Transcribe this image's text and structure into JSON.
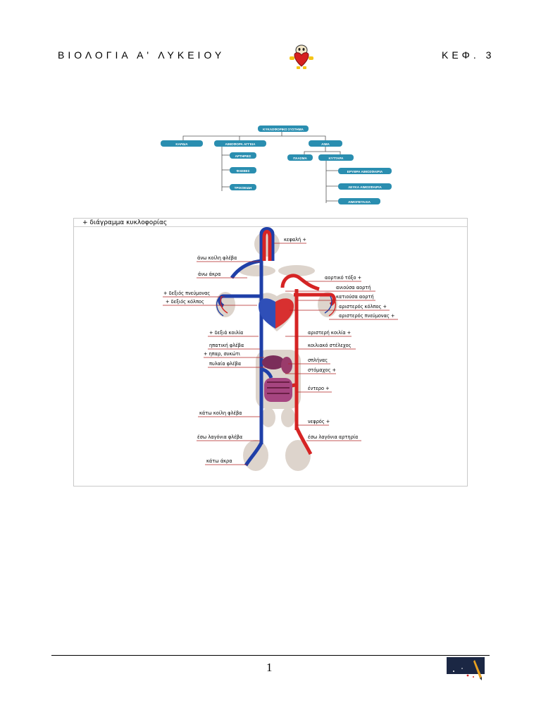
{
  "header": {
    "left": "ΒΙΟΛΟΓΙΑ Α' ΛΥΚΕΙΟΥ",
    "right": "ΚΕΦ. 3"
  },
  "colors": {
    "tree_box": "#2a8eb0",
    "vein": "#1f3fa8",
    "artery": "#d62424",
    "organ_shadow": "#ddd4cc",
    "label_line": "#b22222"
  },
  "tree": {
    "root": "ΚΥΚΛΟΦΟΡΙΚΟ ΣΥΣΤΗΜΑ",
    "heart": "ΚΑΡΔΙΑ",
    "vessels": "ΑΙΜΟΦΟΡΑ ΑΓΓΕΙΑ",
    "arteries": "ΑΡΤΗΡΙΕΣ",
    "veins": "ΦΛΕΒΕΣ",
    "capillaries": "ΤΡΙΧΟΕΙΔΗ",
    "blood": "ΑΙΜΑ",
    "plasma": "ΠΛΑΣΜΑ",
    "cells": "ΚΥΤΤΑΡΑ",
    "red_cells": "ΕΡΥΘΡΑ ΑΙΜΟΣΦΑΙΡΙΑ",
    "white_cells": "ΛΕΥΚΑ ΑΙΜΟΣΦΑΙΡΙΑ",
    "platelets": "ΑΙΜΟΠΕΤΑΛΙΑ"
  },
  "diagram": {
    "title": "+ διάγραμμα κυκλοφορίας",
    "labels_left": [
      "άνω κοίλη φλέβα",
      "άνω άκρα",
      "+ δεξιός πνεύμονας",
      "+ δεξιός κόλπος",
      "+ δεξιά κοιλία",
      "ηπατική φλέβα",
      "+ ηπαρ, συκώτι",
      "πυλαία φλέβα",
      "κάτω κοίλη φλέβα",
      "έσω λαγόνια φλέβα",
      "κάτω άκρα"
    ],
    "labels_right": [
      "κεφαλή +",
      "αορτικό τόξο +",
      "ανιούσα αορτή",
      "κατιούσα αορτή",
      "αριστερός κόλπος +",
      "αριστερός πνεύμονας +",
      "αριστερή κοιλία +",
      "κοιλιακό στέλεχος",
      "σπλήνας",
      "στόμαχος +",
      "έντερο +",
      "νεφρός +",
      "έσω λαγόνια αρτηρία"
    ]
  },
  "footer": {
    "page_number": "1"
  }
}
